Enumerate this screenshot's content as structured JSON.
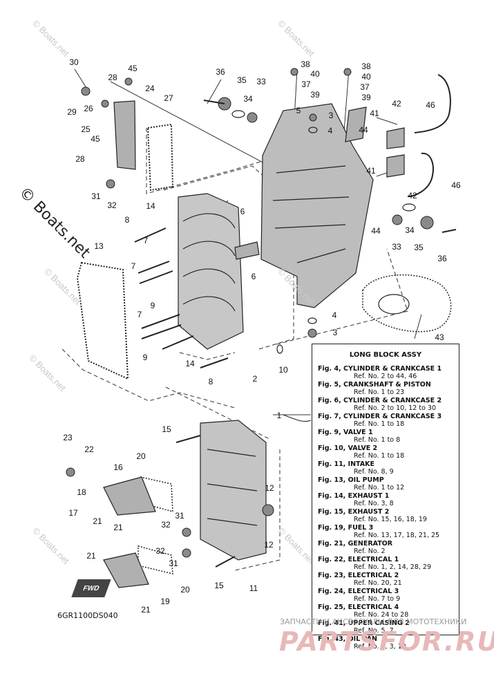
{
  "callouts": [
    "30",
    "45",
    "28",
    "24",
    "29",
    "26",
    "25",
    "45",
    "27",
    "28",
    "31",
    "32",
    "36",
    "35",
    "33",
    "34",
    "38",
    "40",
    "37",
    "39",
    "5",
    "3",
    "4",
    "44",
    "38",
    "40",
    "37",
    "39",
    "41",
    "42",
    "46",
    "41",
    "46",
    "42",
    "34",
    "33",
    "35",
    "36",
    "44",
    "14",
    "6",
    "8",
    "7",
    "7",
    "9",
    "7",
    "9",
    "8",
    "14",
    "13",
    "6",
    "4",
    "3",
    "43",
    "10",
    "2",
    "1",
    "15",
    "23",
    "22",
    "20",
    "16",
    "18",
    "17",
    "21",
    "21",
    "12",
    "31",
    "32",
    "32",
    "31",
    "21",
    "20",
    "19",
    "21",
    "12",
    "15",
    "11"
  ],
  "legend": {
    "title": "LONG BLOCK ASSY",
    "rows": [
      {
        "fig": "Fig. 4, CYLINDER & CRANKCASE 1",
        "ref": "Ref. No. 2 to 44, 46"
      },
      {
        "fig": "Fig. 5, CRANKSHAFT & PISTON",
        "ref": "Ref. No. 1 to 23"
      },
      {
        "fig": "Fig. 6, CYLINDER & CRANKCASE 2",
        "ref": "Ref. No. 2 to 10, 12 to 30"
      },
      {
        "fig": "Fig. 7, CYLINDER & CRANKCASE 3",
        "ref": "Ref. No. 1 to 18"
      },
      {
        "fig": "Fig. 9, VALVE 1",
        "ref": "Ref. No. 1 to 8"
      },
      {
        "fig": "Fig. 10, VALVE 2",
        "ref": "Ref. No. 1 to 18"
      },
      {
        "fig": "Fig. 11, INTAKE",
        "ref": "Ref. No. 8, 9"
      },
      {
        "fig": "Fig. 13, OIL PUMP",
        "ref": "Ref. No. 1 to 12"
      },
      {
        "fig": "Fig. 14, EXHAUST 1",
        "ref": "Ref. No. 3, 8"
      },
      {
        "fig": "Fig. 15, EXHAUST 2",
        "ref": "Ref. No. 15, 16, 18, 19"
      },
      {
        "fig": "Fig. 19, FUEL 3",
        "ref": "Ref. No. 13, 17, 18, 21, 25"
      },
      {
        "fig": "Fig. 21, GENERATOR",
        "ref": "Ref. No. 2"
      },
      {
        "fig": "Fig. 22, ELECTRICAL 1",
        "ref": "Ref. No. 1, 2, 14, 28, 29"
      },
      {
        "fig": "Fig. 23, ELECTRICAL 2",
        "ref": "Ref. No. 20, 21"
      },
      {
        "fig": "Fig. 24, ELECTRICAL 3",
        "ref": "Ref. No. 7 to 9"
      },
      {
        "fig": "Fig. 25, ELECTRICAL 4",
        "ref": "Ref. No. 24 to 28"
      },
      {
        "fig": "Fig. 41, UPPER CASING 2",
        "ref": "Ref. No. 5, 7"
      },
      {
        "fig": "Fig. 43, OIL PAN",
        "ref": "Ref. No. 1, 3, 10"
      }
    ]
  },
  "drawing_code": "6GR1100DS040",
  "watermark": "© Boats.net",
  "footer": {
    "small": "ЗАПЧАСТИ И АКСЕССУАРЫ ДЛЯ МОТОТЕХНИКИ",
    "brand": "PARTSFOR.RU"
  },
  "fwd_label": "FWD"
}
